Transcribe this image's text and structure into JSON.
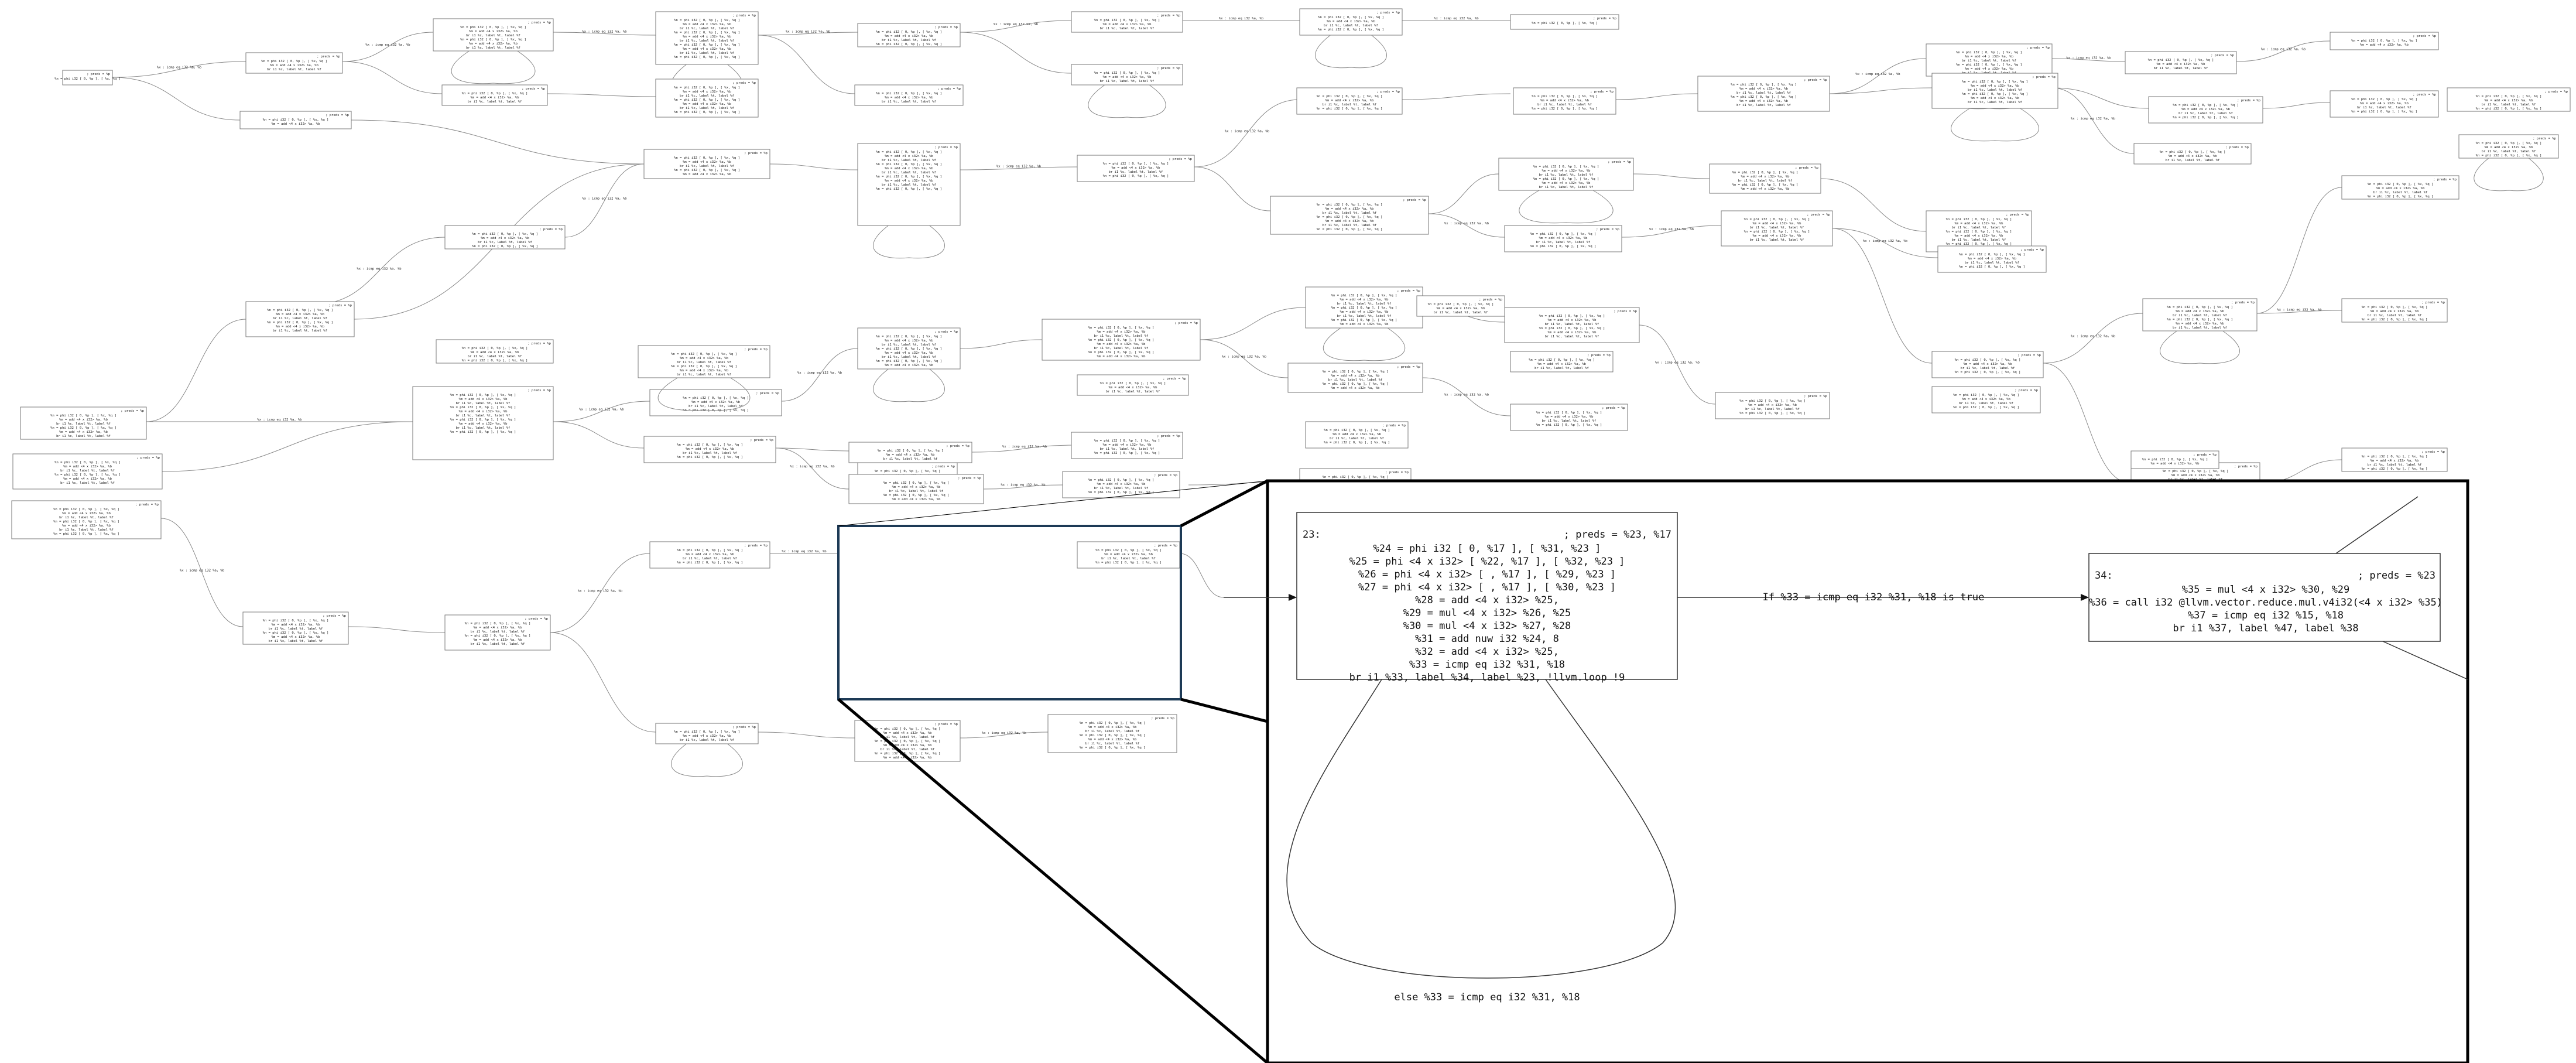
{
  "zoom": {
    "block23": {
      "header": "23:",
      "preds": "; preds = %23, %17",
      "lines": [
        "%24 = phi i32 [ 0, %17 ], [ %31, %23 ]",
        "%25 = phi <4 x i32> [ %22, %17 ], [ %32, %23 ]",
        "%26 = phi <4 x i32> [ , %17 ], [ %29, %23 ]",
        "%27 = phi <4 x i32> [ , %17 ], [ %30, %23 ]",
        "%28 = add <4 x i32> %25,",
        "%29 = mul <4 x i32> %26, %25",
        "%30 = mul <4 x i32> %27, %28",
        "%31 = add nuw i32 %24, 8",
        "%32 = add <4 x i32> %25,",
        "%33 = icmp eq i32 %31, %18",
        "br i1 %33, label %34, label %23, !llvm.loop !9"
      ]
    },
    "block34": {
      "header": "34:",
      "preds": "; preds = %23",
      "lines": [
        "%35 = mul <4 x i32> %30, %29",
        "%36 = call i32 @llvm.vector.reduce.mul.v4i32(<4 x i32> %35)",
        "%37 = icmp eq i32 %15, %18",
        "br i1 %37, label %47, label %38"
      ]
    },
    "edge_true_label": "If   %33 = icmp eq i32 %31, %18 is true",
    "edge_false_label": "else  %33 = icmp eq i32 %31, %18"
  },
  "mini": {
    "edge_text": "%x : icmp eq i32 %a, %b",
    "node_text": [
      "%n = phi i32 [ 0, %p ], [ %x, %q ]",
      "%m = add <4 x i32> %a, %b",
      "br i1 %c, label %t, label %f"
    ],
    "node_header": ";  preds = %p"
  }
}
